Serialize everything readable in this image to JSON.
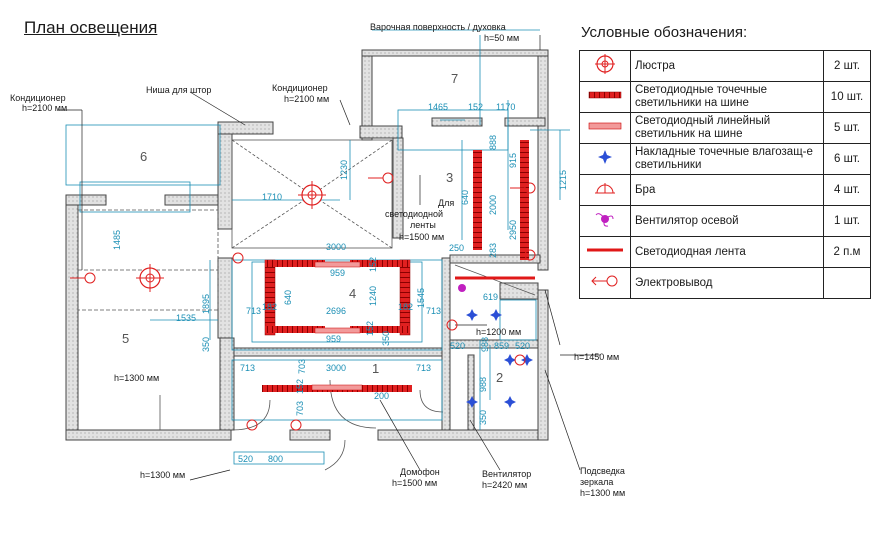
{
  "title": "План освещения",
  "legend": {
    "title": "Условные обозначения:",
    "items": [
      {
        "icon": "chandelier-icon",
        "label": "Люстра",
        "qty": "2 шт."
      },
      {
        "icon": "led-spot-track-icon",
        "label": "Светодиодные точечные светильники на шине",
        "qty": "10 шт."
      },
      {
        "icon": "led-linear-track-icon",
        "label": "Светодиодный линейный светильник на шине",
        "qty": "5 шт."
      },
      {
        "icon": "waterproof-spot-icon",
        "label": "Накладные точечные влагозащ-е светильники",
        "qty": "6 шт."
      },
      {
        "icon": "wall-sconce-icon",
        "label": "Бра",
        "qty": "4 шт."
      },
      {
        "icon": "exhaust-fan-icon",
        "label": "Вентилятор осевой",
        "qty": "1 шт."
      },
      {
        "icon": "led-strip-icon",
        "label": "Светодиодная лента",
        "qty": "2 п.м"
      },
      {
        "icon": "electrical-outlet-icon",
        "label": "Электровывод",
        "qty": ""
      }
    ]
  },
  "annotations": {
    "stove": "Варочная поверхность / духовка",
    "stove_h": "h=50 мм",
    "ac_left": "Кондиционер",
    "ac_left_h": "h=2100 мм",
    "curtain": "Ниша для штор",
    "ac_center": "Кондиционер",
    "ac_center_h": "h=2100 мм",
    "led_strip_1": "Для",
    "led_strip_2": "светодиодной",
    "led_strip_3": "ленты",
    "led_strip_h": "h=1500 мм",
    "h1200": "h=1200 мм",
    "h1450": "h=1450 мм",
    "h1300_room5": "h=1300 мм",
    "h1300_bottom": "h=1300 мм",
    "intercom": "Домофон",
    "intercom_h": "h=1500 мм",
    "vent": "Вентилятор",
    "vent_h": "h=2420 мм",
    "mirror_1": "Подсведка",
    "mirror_2": "зеркала",
    "mirror_h": "h=1300 мм"
  },
  "rooms": [
    "1",
    "2",
    "3",
    "4",
    "5",
    "6",
    "7"
  ],
  "dimensions": {
    "d1465": "1465",
    "d152a": "152",
    "d1170": "1170",
    "d1230": "1230",
    "d1710": "1710",
    "d640a": "640",
    "d2000": "2000",
    "d915": "915",
    "d1215": "1215",
    "d888": "888",
    "d1485": "1485",
    "d3000a": "3000",
    "d959a": "959",
    "d152b": "152",
    "d250": "250",
    "d2950": "2950",
    "d283": "283",
    "d640b": "640",
    "d1240": "1240",
    "d1545": "1545",
    "d1895": "1895",
    "d713a": "713",
    "d182a": "182",
    "d2696": "2696",
    "d182b": "182",
    "d713b": "713",
    "d1535": "1535",
    "d152c": "152",
    "d959b": "959",
    "d350a": "350",
    "d350b": "350",
    "d520a": "520",
    "d988a": "988",
    "d859": "859",
    "d520b": "520",
    "d713c": "713",
    "d703a": "703",
    "d3000b": "3000",
    "d713d": "713",
    "d152d": "152",
    "d703b": "703",
    "d200": "200",
    "d988b": "988",
    "d350c": "350",
    "d520c": "520",
    "d800": "800",
    "d619": "619"
  },
  "colors": {
    "wall": "#d8d8d8",
    "cyan": "#1b8fb5",
    "led": "#e01818",
    "track": "#f08080",
    "spot": "#2b4fd6",
    "fan": "#c020c0"
  }
}
